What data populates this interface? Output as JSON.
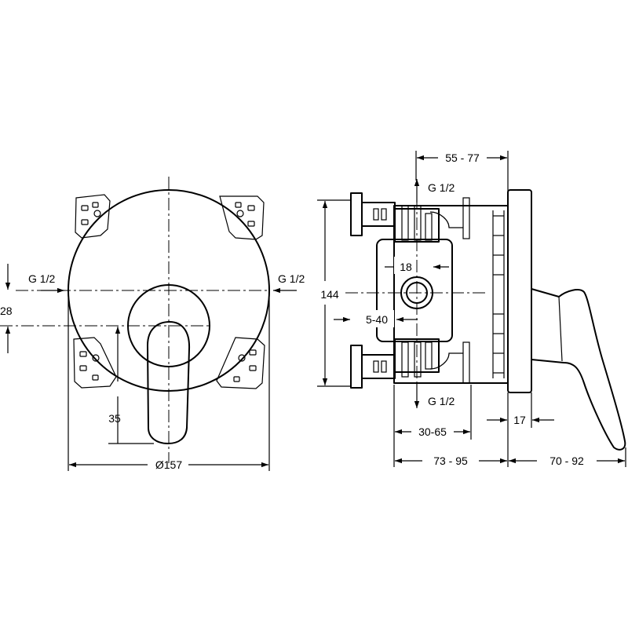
{
  "front_view": {
    "inlet_left_label": "G 1/2",
    "inlet_right_label": "G 1/2",
    "offset_dim": "28",
    "lever_dim": "35",
    "diameter_dim": "Ø157"
  },
  "side_view": {
    "depth_dim": "55 - 77",
    "top_outlet_label": "G 1/2",
    "bottom_outlet_label": "G 1/2",
    "height_dim": "144",
    "port_dim": "18",
    "range_dim": "5-40",
    "body_dim": "30-65",
    "plate_dim": "17",
    "install_depth_dim": "73 - 95",
    "lever_reach_dim": "70 - 92"
  }
}
